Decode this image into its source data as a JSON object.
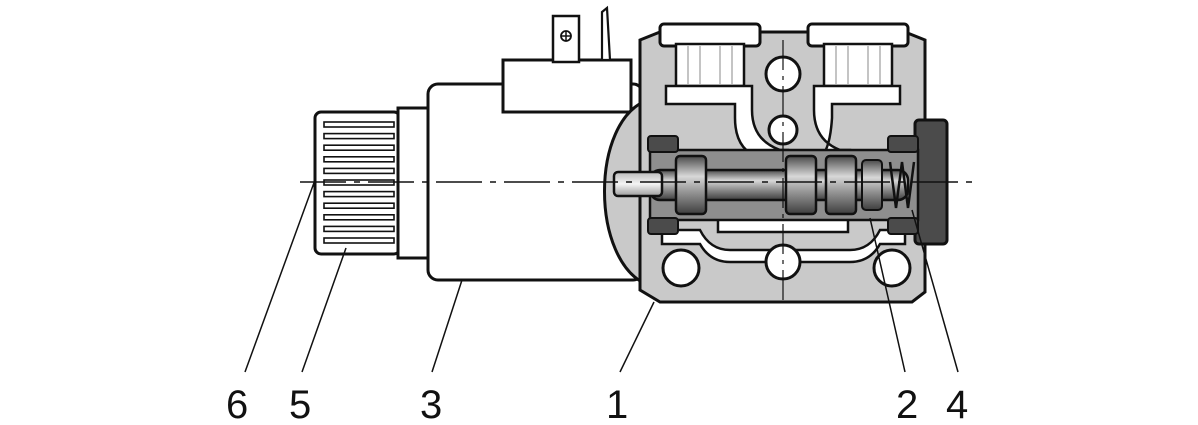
{
  "diagram": {
    "callouts": [
      {
        "id": "6",
        "label": "6"
      },
      {
        "id": "5",
        "label": "5"
      },
      {
        "id": "3",
        "label": "3"
      },
      {
        "id": "1",
        "label": "1"
      },
      {
        "id": "2",
        "label": "2"
      },
      {
        "id": "4",
        "label": "4"
      }
    ],
    "connector_icon": "plus-screw-icon",
    "colors": {
      "stroke": "#111111",
      "body_fill": "#c9c9c9",
      "body_dark": "#8e8e8e",
      "spool_fill": "#6e6e6e",
      "background": "#ffffff"
    }
  }
}
